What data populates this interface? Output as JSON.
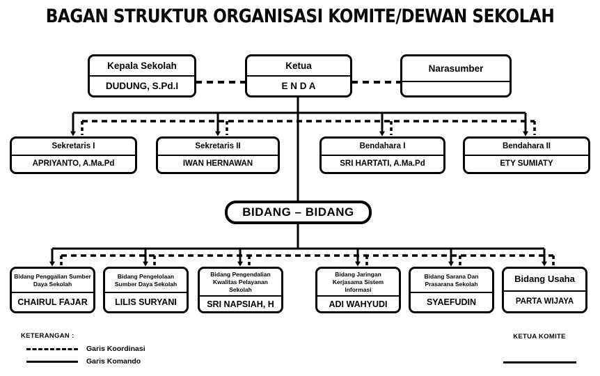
{
  "title": "BAGAN STRUKTUR ORGANISASI KOMITE/DEWAN SEKOLAH",
  "colors": {
    "background": "#ffffff",
    "line": "#000000",
    "text": "#000000"
  },
  "top_row": [
    {
      "role": "Kepala Sekolah",
      "name": "DUDUNG, S.Pd.I"
    },
    {
      "role": "Ketua",
      "name": "E N D A"
    },
    {
      "role": "Narasumber",
      "name": ""
    }
  ],
  "second_row": [
    {
      "role": "Sekretaris I",
      "name": "APRIYANTO, A.Ma.Pd"
    },
    {
      "role": "Sekretaris II",
      "name": "IWAN HERNAWAN"
    },
    {
      "role": "Bendahara I",
      "name": "SRI HARTATI, A.Ma.Pd"
    },
    {
      "role": "Bendahara II",
      "name": "ETY SUMIATY"
    }
  ],
  "divisions_header": "BIDANG – BIDANG",
  "bottom_row": [
    {
      "role": "Bidang Penggalian Sumber Daya Sekolah",
      "name": "CHAIRUL FAJAR"
    },
    {
      "role": "Bidang Pengelolaan Sumber Daya Sekolah",
      "name": "LILIS SURYANI"
    },
    {
      "role": "Bidang Pengendalian Kwalitas Pelayanan Sekolah",
      "name": "SRI NAPSIAH, H"
    },
    {
      "role": "Bidang Jaringan Kerjasama Sistem Informasi",
      "name": "ADI WAHYUDI"
    },
    {
      "role": "Bidang Sarana Dan Prasarana Sekolah",
      "name": "SYAEFUDIN"
    },
    {
      "role": "Bidang Usaha",
      "name": "PARTA WIJAYA"
    }
  ],
  "legend": {
    "title": "KETERANGAN :",
    "items": [
      {
        "style": "dashed",
        "label": "Garis Koordinasi"
      },
      {
        "style": "solid",
        "label": "Garis Komando"
      }
    ]
  },
  "signature": {
    "title": "KETUA KOMITE"
  }
}
